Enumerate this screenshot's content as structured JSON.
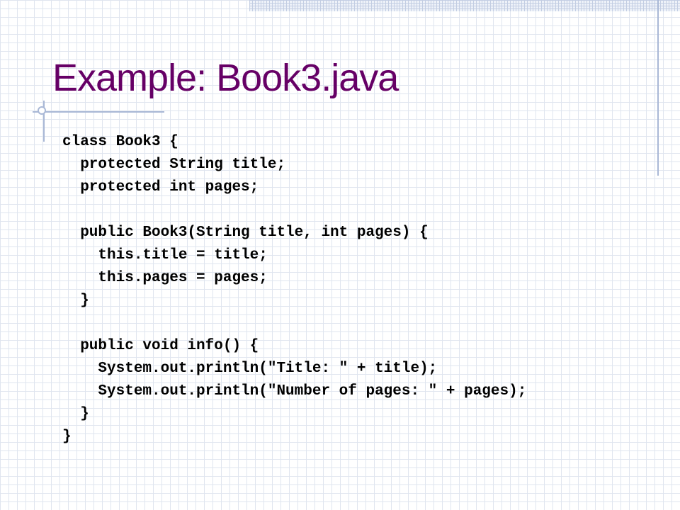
{
  "slide": {
    "title": "Example: Book3.java"
  },
  "code": {
    "lines": [
      "class Book3 {",
      "  protected String title;",
      "  protected int pages;",
      "  public Book3(String title, int pages) {",
      "    this.title = title;",
      "    this.pages = pages;",
      "  }",
      "  public void info() {",
      "    System.out.println(\"Title: \" + title);",
      "    System.out.println(\"Number of pages: \" + pages);",
      "  }",
      "}"
    ]
  },
  "colors": {
    "title": "#660066",
    "grid": "#dfe5ef",
    "accent_lines": "#a9b8d6"
  }
}
